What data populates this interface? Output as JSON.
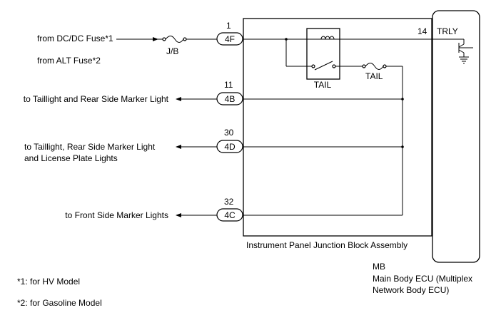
{
  "inputs": {
    "dcdc_fuse": "from DC/DC Fuse*1",
    "alt_fuse": "from ALT Fuse*2"
  },
  "jb_label": "J/B",
  "connectors": [
    {
      "pin": "1",
      "code": "4F"
    },
    {
      "pin": "11",
      "code": "4B"
    },
    {
      "pin": "30",
      "code": "4D"
    },
    {
      "pin": "32",
      "code": "4C"
    }
  ],
  "outputs": {
    "taillight_rear": "to Taillight and Rear Side Marker Light",
    "taillight_license_1": "to Taillight, Rear Side Marker Light",
    "taillight_license_2": "and License Plate Lights",
    "front_marker": "to Front Side Marker Lights"
  },
  "relay_label": "TAIL",
  "fuse_label": "TAIL",
  "ecu_pin": "14",
  "ecu_terminal": "TRLY",
  "junction_block_label": "Instrument Panel Junction Block Assembly",
  "ecu": {
    "code": "MB",
    "name_line1": "Main Body ECU (Multiplex",
    "name_line2": "Network Body ECU)"
  },
  "notes": {
    "note1": "*1: for HV Model",
    "note2": "*2: for Gasoline Model"
  }
}
